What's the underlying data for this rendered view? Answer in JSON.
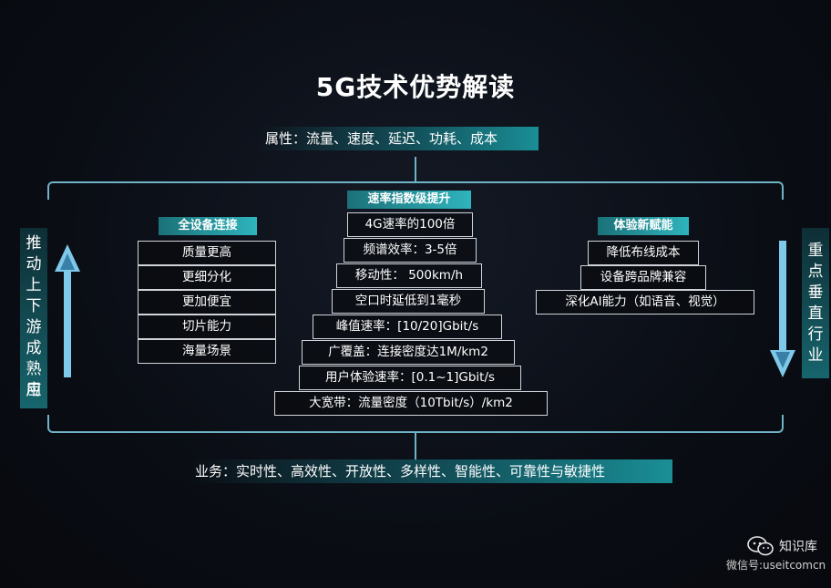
{
  "title": "5G技术优势解读",
  "top_banner": "属性：流量、速度、延迟、功耗、成本",
  "bottom_banner": "业务：实时性、高效性、开放性、多样性、智能性、可靠性与敏捷性",
  "left_side": {
    "label": [
      "推",
      "动",
      "上",
      "下",
      "游",
      "成",
      "熟",
      "应",
      "用"
    ]
  },
  "right_side": {
    "label": [
      "重",
      "点",
      "垂",
      "直",
      "行",
      "业"
    ]
  },
  "left_column": {
    "header": "全设备连接",
    "items": [
      "质量更高",
      "更细分化",
      "更加便宜",
      "切片能力",
      "海量场景"
    ]
  },
  "center_column": {
    "header": "速率指数级提升",
    "items": [
      "4G速率的100倍",
      "频谱效率：3-5倍",
      "移动性： 500km/h",
      "空口时延低到1毫秒",
      "峰值速率：[10/20]Gbit/s",
      "广覆盖：连接密度达1M/km2",
      "用户体验速率：[0.1~1]Gbit/s",
      "大宽带：流量密度（10Tbit/s）/km2"
    ]
  },
  "right_column": {
    "header": "体验新赋能",
    "items": [
      "降低布线成本",
      "设备跨品牌兼容",
      "深化AI能力（如语音、视觉）"
    ]
  },
  "watermark": {
    "name": "知识库",
    "id": "微信号:useitcomcn",
    "icon": "wechat-icon"
  },
  "colors": {
    "accent": "#2fb4bd",
    "bracket": "#6fb3c6",
    "arrow": "#7ec8ea"
  }
}
